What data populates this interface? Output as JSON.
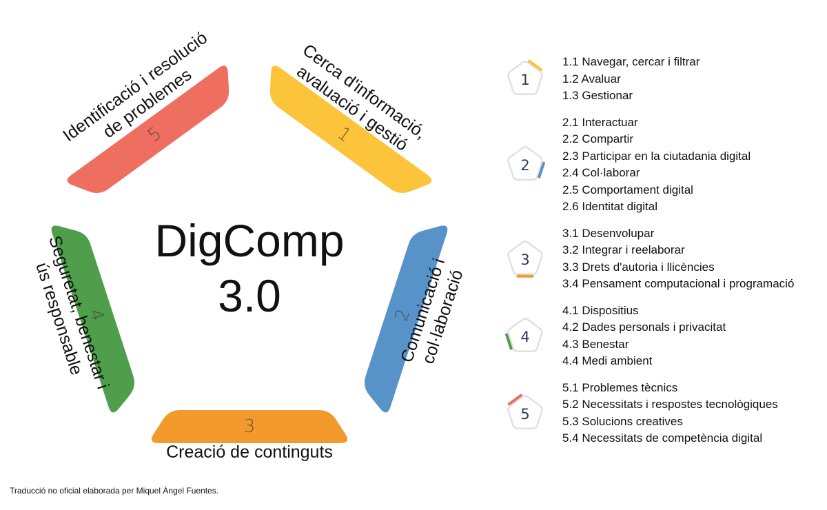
{
  "center": {
    "line1": "DigComp",
    "line2": "3.0"
  },
  "areas": [
    {
      "num": "1",
      "color": "#FCC43A",
      "label_lines": [
        "Cerca d'informació,",
        "avaluació i gestió"
      ]
    },
    {
      "num": "2",
      "color": "#5792C9",
      "label_lines": [
        "Comunicació i",
        "col·laboració"
      ]
    },
    {
      "num": "3",
      "color": "#F49A2D",
      "label_lines": [
        "Creació de continguts"
      ]
    },
    {
      "num": "4",
      "color": "#4E9E4C",
      "label_lines": [
        "Seguretat, benestar i",
        "ús responsable"
      ]
    },
    {
      "num": "5",
      "color": "#EE6E60",
      "label_lines": [
        "Identificació i resolució",
        "de problemes"
      ]
    }
  ],
  "legend": [
    {
      "num": "1",
      "color": "#FCC43A",
      "items": [
        "1.1 Navegar, cercar i filtrar",
        "1.2 Avaluar",
        "1.3 Gestionar"
      ]
    },
    {
      "num": "2",
      "color": "#5792C9",
      "items": [
        "2.1 Interactuar",
        "2.2 Compartir",
        "2.3 Participar en la ciutadania digital",
        "2.4 Col·laborar",
        "2.5 Comportament digital",
        "2.6 Identitat digital"
      ]
    },
    {
      "num": "3",
      "color": "#F49A2D",
      "items": [
        "3.1 Desenvolupar",
        "3.2 Integrar i reelaborar",
        "3.3 Drets d'autoria i llicències",
        "3.4 Pensament computacional i programació"
      ]
    },
    {
      "num": "4",
      "color": "#4E9E4C",
      "items": [
        "4.1 Dispositius",
        "4.2 Dades personals i privacitat",
        "4.3 Benestar",
        "4.4 Medi ambient"
      ]
    },
    {
      "num": "5",
      "color": "#EE6E60",
      "items": [
        "5.1 Problemes tècnics",
        "5.2 Necessitats i respostes tecnològiques",
        "5.3 Solucions creatives",
        "5.4 Necessitats de competència digital"
      ]
    }
  ],
  "footer": "Traducció no oficial elaborada per Miquel Àngel Fuentes."
}
